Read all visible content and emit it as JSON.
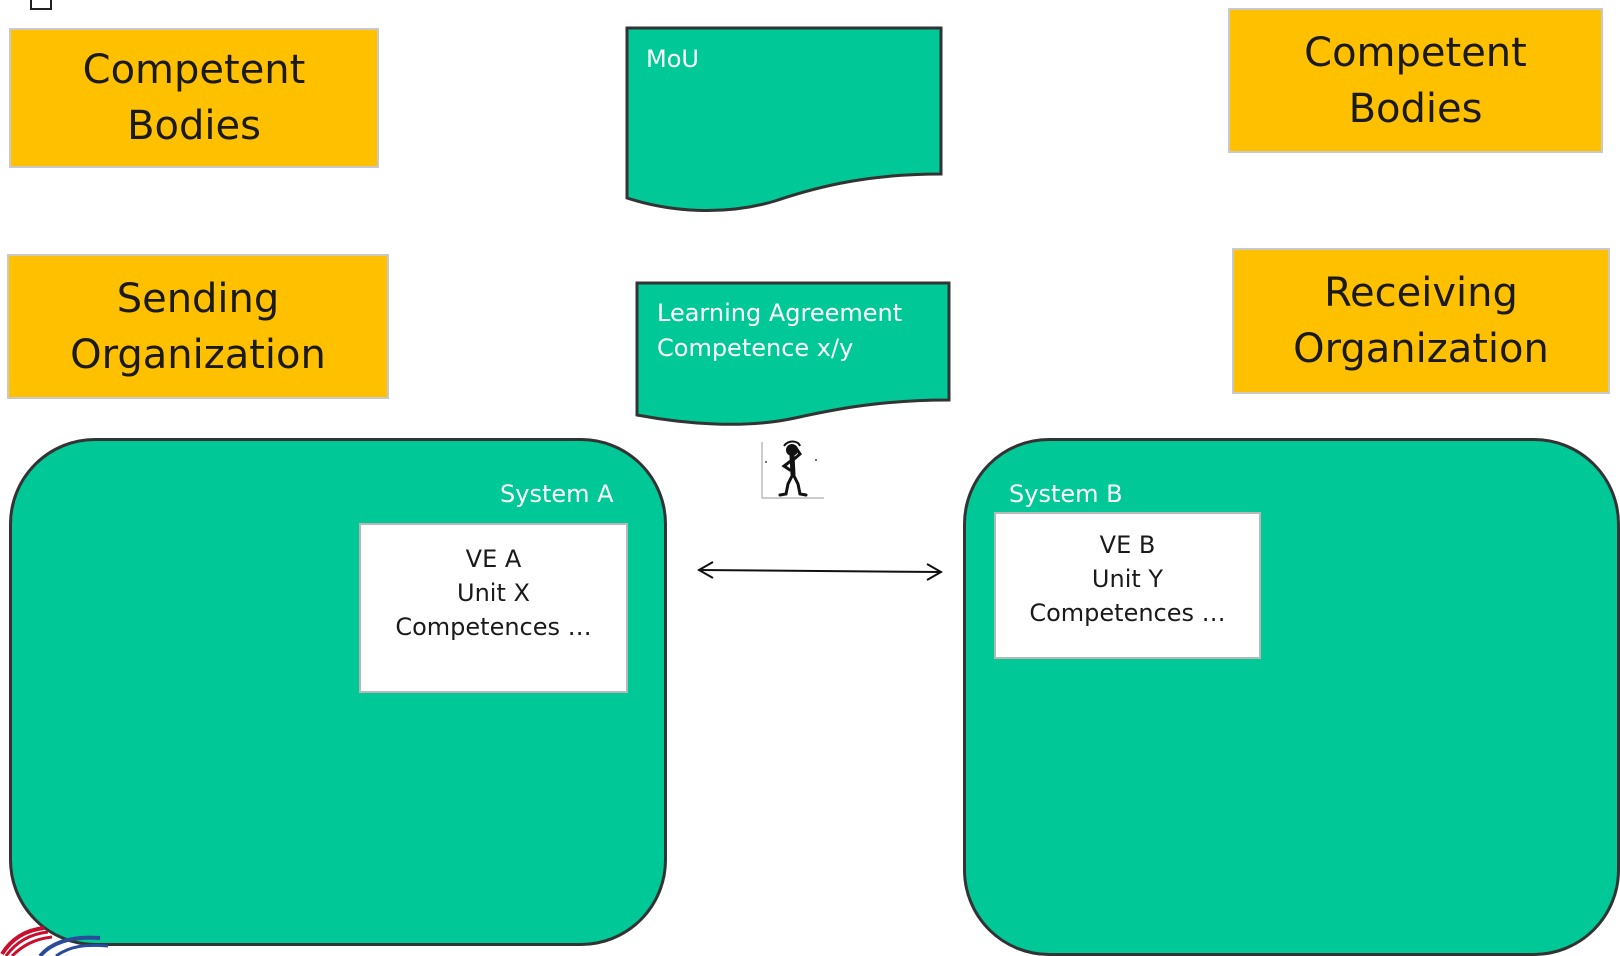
{
  "competent_bodies_left": [
    "Competent",
    "Bodies"
  ],
  "competent_bodies_right": [
    "Competent",
    "Bodies"
  ],
  "sending_org": [
    "Sending",
    "Organization"
  ],
  "receiving_org": [
    "Receiving",
    "Organization"
  ],
  "mou": {
    "label": "MoU"
  },
  "learning_agreement": {
    "lines": [
      "Learning Agreement",
      "Competence  x/y"
    ]
  },
  "system_a": {
    "label": "System A",
    "ve_lines": [
      "VE A",
      "Unit X",
      "Competences …"
    ]
  },
  "system_b": {
    "label": "System B",
    "ve_lines": [
      "VE B",
      "Unit Y",
      "Competences …"
    ]
  },
  "colors": {
    "orange": "#ffc000",
    "green": "#00c896",
    "white": "#ffffff"
  },
  "icons": {
    "person": "thinking-person-icon",
    "arrow": "double-headed-arrow",
    "logo": "logo-icon"
  }
}
